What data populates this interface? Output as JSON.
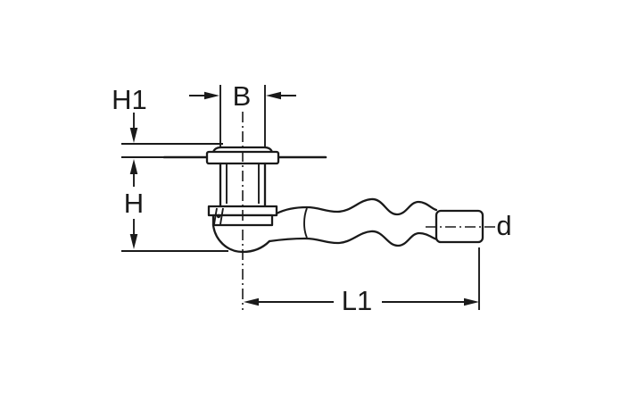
{
  "diagram": {
    "labels": {
      "h1": "H1",
      "b": "B",
      "h": "H",
      "l1": "L1",
      "d": "d"
    },
    "colors": {
      "line": "#1a1a1a",
      "background": "#ffffff"
    }
  }
}
